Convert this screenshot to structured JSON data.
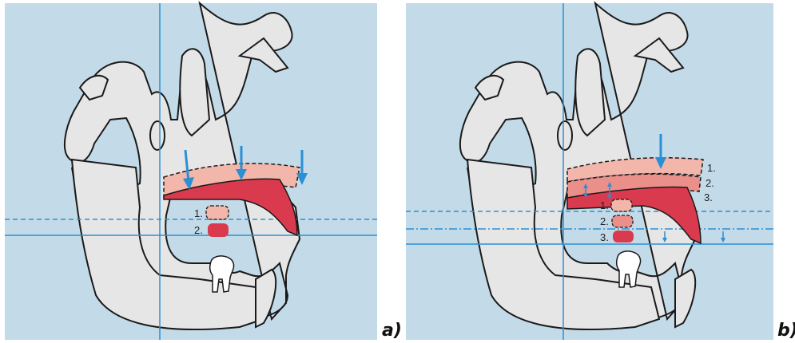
{
  "panels": [
    {
      "caption": "a)",
      "stage_labels": [
        "1.",
        "2."
      ]
    },
    {
      "caption": "b)",
      "stage_labels_right": [
        "1.",
        "2.",
        "3."
      ],
      "stage_labels_center": [
        "1.",
        "2.",
        "3."
      ]
    }
  ],
  "colors": {
    "background": "#c3dbe8",
    "bone": "#e6e6e6",
    "outline": "#1a1a1a",
    "guide_line": "#2b8fd6",
    "stage_light": "#f2b7aa",
    "stage_mid": "#ea8f8a",
    "stage_dark": "#d93a4e",
    "arrow": "#2b8fd6"
  }
}
